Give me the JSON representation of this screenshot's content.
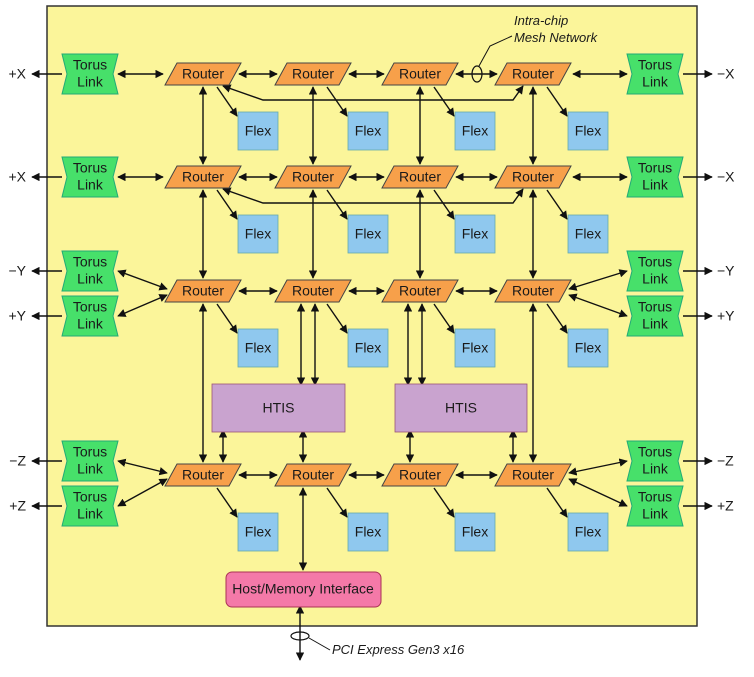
{
  "title_annotation": {
    "line1": "Intra-chip",
    "line2": "Mesh Network"
  },
  "bottom_annotation": "PCI Express Gen3 x16",
  "colors": {
    "chip": "#fbf59a",
    "router": "#f7a04a",
    "flex": "#8fc8ee",
    "torus": "#47e06a",
    "htis": "#c9a3cf",
    "host": "#f479a8",
    "line": "#111111"
  },
  "router_label": "Router",
  "flex_label": "Flex",
  "torus": {
    "line1": "Torus",
    "line2": "Link"
  },
  "htis_labels": [
    "HTIS",
    "HTIS"
  ],
  "host_label": "Host/Memory Interface",
  "port_labels": {
    "row0": [
      "+X",
      "−X"
    ],
    "row1": [
      "+X",
      "−X"
    ],
    "row2a": [
      "−Y",
      "−Y"
    ],
    "row2b": [
      "+Y",
      "+Y"
    ],
    "row3a": [
      "−Z",
      "−Z"
    ],
    "row3b": [
      "+Z",
      "+Z"
    ]
  }
}
